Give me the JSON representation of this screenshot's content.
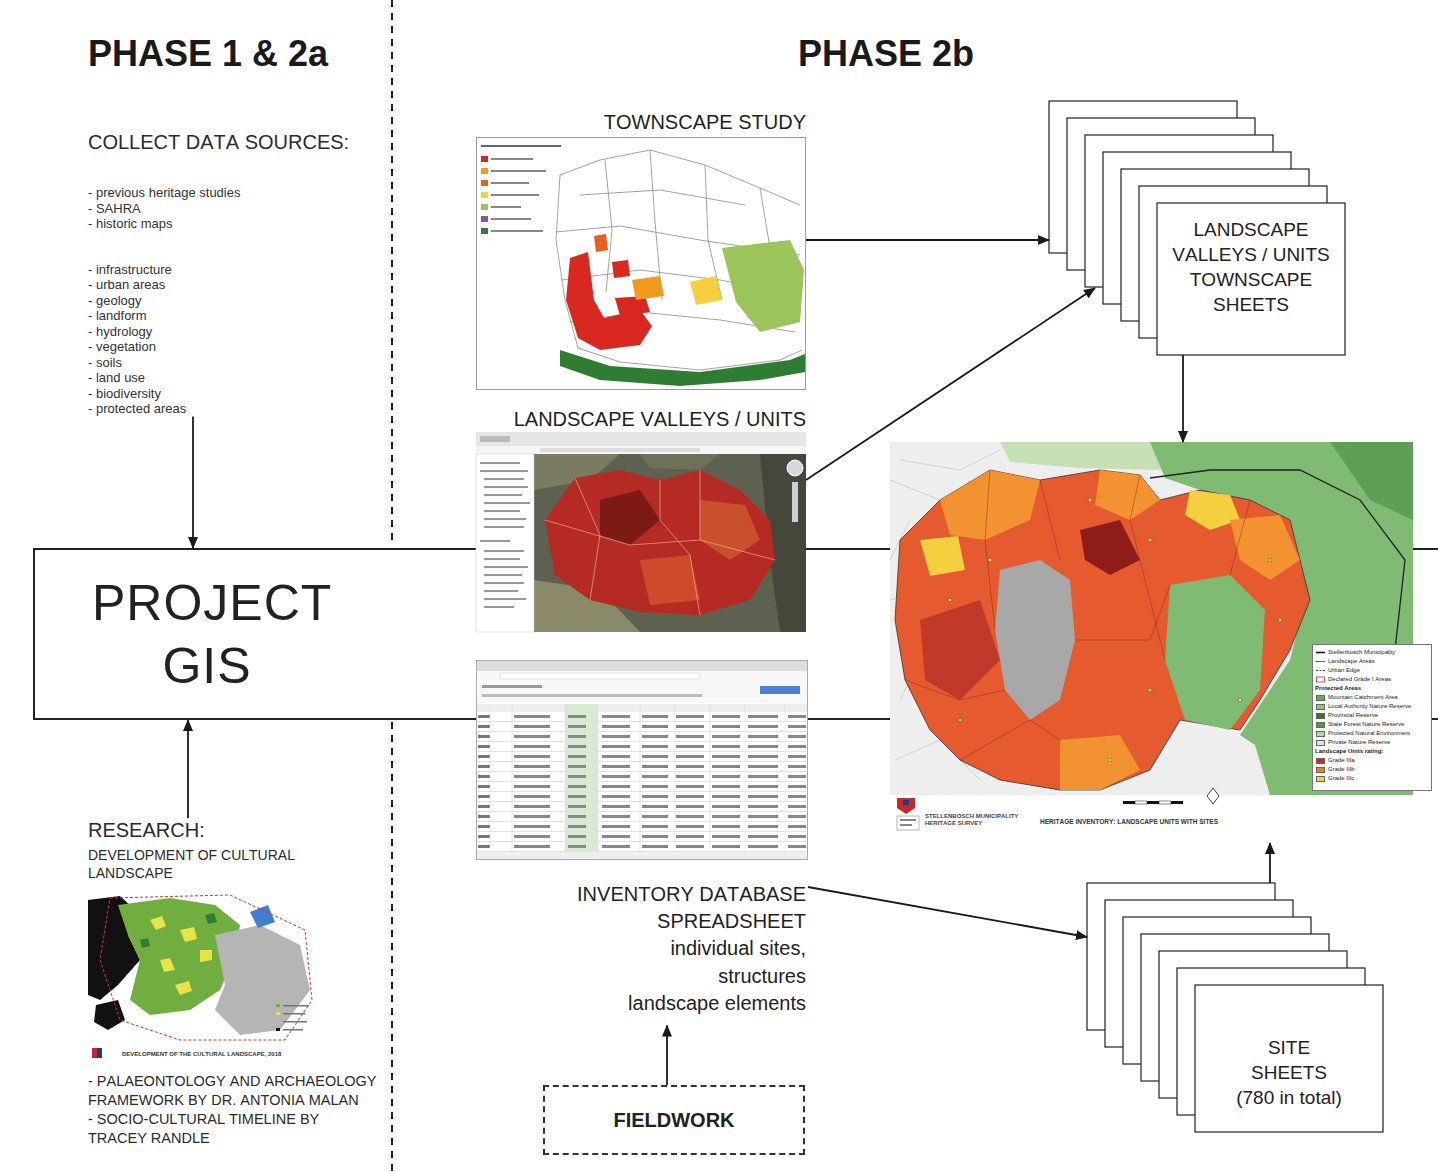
{
  "diagram": {
    "nodes": [
      {
        "text": [
          "COLLECT DATA SOURCES:",
          "- previous heritage studies",
          "- SAHRA",
          "- historic maps",
          "- infrastructure",
          "- urban areas",
          "- geology",
          "- landform",
          "- hydrology",
          "- vegetation",
          "- soils",
          "- land use",
          "- biodiversity",
          "- protected areas"
        ]
      },
      {
        "text": [
          "RESEARCH:",
          "DEVELOPMENT OF CULTURAL LANDSCAPE",
          "- PALAEONTOLOGY AND ARCHAEOLOGY FRAMEWORK BY DR. ANTONIA MALAN",
          "- SOCIO-CULTURAL TIMELINE BY TRACEY RANDLE"
        ]
      },
      {
        "text": [
          "PROJECT GIS"
        ]
      },
      {
        "text": [
          "TOWNSCAPE STUDY"
        ]
      },
      {
        "text": [
          "LANDSCAPE VALLEYS / UNITS"
        ]
      },
      {
        "text": [
          "INVENTORY DATABASE SPREADSHEET",
          "individual sites, structures landscape elements"
        ]
      },
      {
        "text": [
          "FIELDWORK"
        ]
      },
      {
        "text": [
          "LANDSCAPE VALLEYS / UNITS TOWNSCAPE SHEETS"
        ]
      },
      {
        "text": [
          "HERITAGE INVENTORY: LANDSCAPE UNITS WITH SITES"
        ]
      },
      {
        "text": [
          "SITE SHEETS (780 in total)"
        ]
      }
    ],
    "edges": [
      {
        "from": 0,
        "to": 2,
        "arrow": "to"
      },
      {
        "from": 1,
        "to": 2,
        "arrow": "to"
      },
      {
        "from": 3,
        "to": 7,
        "arrow": "to"
      },
      {
        "from": 4,
        "to": 7,
        "arrow": "to"
      },
      {
        "from": 5,
        "to": 9,
        "arrow": "to"
      },
      {
        "from": 6,
        "to": 5,
        "arrow": "to"
      },
      {
        "from": 7,
        "to": 8,
        "arrow": "to"
      },
      {
        "from": 9,
        "to": 8,
        "arrow": "to"
      }
    ],
    "labels": [
      "PHASE 1 & 2a",
      "PHASE 2b",
      "DEVELOPMENT OF THE CULTURAL LANDSCAPE, 2018",
      "STELLENBOSCH MUNICIPALITY HERITAGE SURVEY",
      "Protected Areas",
      "Landscape Units rating:"
    ],
    "legend": [
      {
        "text": "Stellenbosch Municipality"
      },
      {
        "text": "Landscape Areas"
      },
      {
        "text": "Urban Edge"
      },
      {
        "text": "Declared Grade I Areas"
      },
      {
        "text": "Mountain Catchment Area",
        "color": "#6aa84f"
      },
      {
        "text": "Local Authority Nature Reserve",
        "color": "#93c47d"
      },
      {
        "text": "Provincial Reserve",
        "color": "#38761d"
      },
      {
        "text": "State Forest Nature Reserve",
        "color": "#4e9a3e"
      },
      {
        "text": "Protected Natural Environment",
        "color": "#b6d7a8"
      },
      {
        "text": "Private Nature Reserve",
        "color": "#d9ead3"
      },
      {
        "text": "Grade IIIa",
        "color": "#c62828"
      },
      {
        "text": "Grade IIIb",
        "color": "#ef7d22"
      },
      {
        "text": "Grade IIIc",
        "color": "#f6d23c"
      }
    ]
  }
}
